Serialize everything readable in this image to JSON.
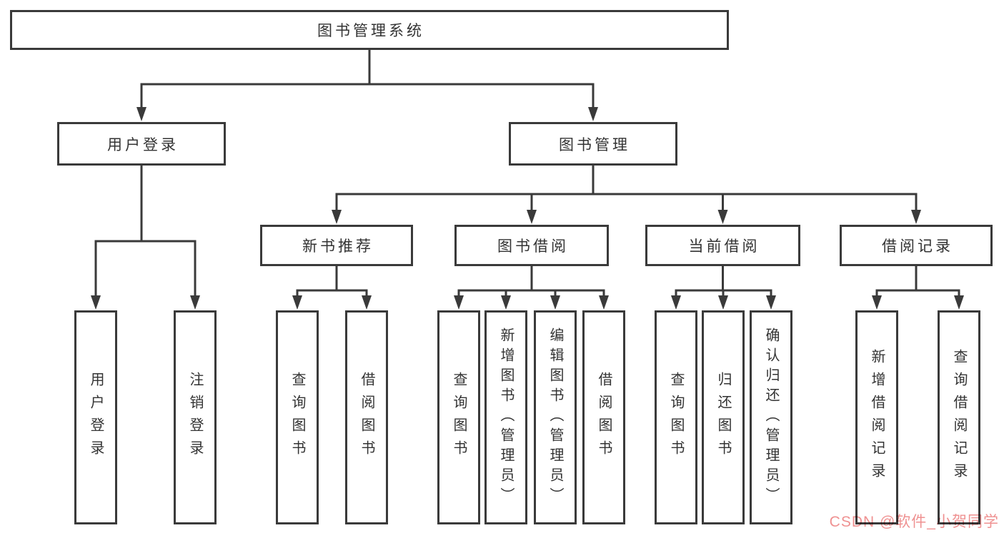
{
  "diagram": {
    "title": "图书管理系统",
    "nodes": [
      {
        "id": "root",
        "label": "图书管理系统",
        "parent": null
      },
      {
        "id": "user-login",
        "label": "用户登录",
        "parent": "root"
      },
      {
        "id": "book-mgmt",
        "label": "图书管理",
        "parent": "root"
      },
      {
        "id": "new-books",
        "label": "新书推荐",
        "parent": "book-mgmt"
      },
      {
        "id": "book-borrow",
        "label": "图书借阅",
        "parent": "book-mgmt"
      },
      {
        "id": "current-borrow",
        "label": "当前借阅",
        "parent": "book-mgmt"
      },
      {
        "id": "borrow-records",
        "label": "借阅记录",
        "parent": "book-mgmt"
      },
      {
        "id": "leaf-user-login",
        "label": "用户登录",
        "parent": "user-login"
      },
      {
        "id": "leaf-logout",
        "label": "注销登录",
        "parent": "user-login"
      },
      {
        "id": "leaf-nb-query",
        "label": "查询图书",
        "parent": "new-books"
      },
      {
        "id": "leaf-nb-borrow",
        "label": "借阅图书",
        "parent": "new-books"
      },
      {
        "id": "leaf-bb-query",
        "label": "查询图书",
        "parent": "book-borrow"
      },
      {
        "id": "leaf-bb-add",
        "label": "新增图书（管理员）",
        "parent": "book-borrow"
      },
      {
        "id": "leaf-bb-edit",
        "label": "编辑图书（管理员）",
        "parent": "book-borrow"
      },
      {
        "id": "leaf-bb-borrow",
        "label": "借阅图书",
        "parent": "book-borrow"
      },
      {
        "id": "leaf-cb-query",
        "label": "查询图书",
        "parent": "current-borrow"
      },
      {
        "id": "leaf-cb-return",
        "label": "归还图书",
        "parent": "current-borrow"
      },
      {
        "id": "leaf-cb-confirm",
        "label": "确认归还（管理员）",
        "parent": "current-borrow"
      },
      {
        "id": "leaf-br-add",
        "label": "新增借阅记录",
        "parent": "borrow-records"
      },
      {
        "id": "leaf-br-query",
        "label": "查询借阅记录",
        "parent": "borrow-records"
      }
    ],
    "colors": {
      "line": "#3a3a3a",
      "box_border": "#3a3a3a",
      "text": "#333333",
      "background": "#ffffff",
      "watermark": "#ef9191"
    }
  },
  "watermark": {
    "text": "CSDN @软件_小贺同学"
  }
}
